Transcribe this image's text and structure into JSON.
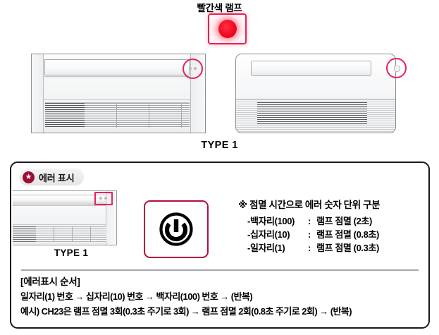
{
  "lamp": {
    "title": "빨간색 램프",
    "color_border": "#e8204e",
    "color_dot": "#f00a20"
  },
  "units_top": {
    "type_label": "TYPE 1",
    "highlight_color": "#e8205c"
  },
  "error_panel": {
    "badge": {
      "icon": "star-icon",
      "glyph": "★",
      "label": "에러 표시",
      "color": "#9e0b33"
    },
    "unit_small": {
      "type_label": "TYPE 1",
      "highlight_color": "#ef1f5e"
    },
    "power_button": {
      "icon": "power-icon",
      "border_color": "#b2103c"
    },
    "notes": {
      "heading": "※ 점멸 시간으로 에러 숫자 단위 구분",
      "rows": [
        {
          "dash": "-",
          "name": "백자리(100)",
          "sep": ":",
          "value": "램프 점멸 (2초)"
        },
        {
          "dash": "-",
          "name": "십자리(10)",
          "sep": ":",
          "value": "램프 점멸 (0.8초)"
        },
        {
          "dash": "-",
          "name": "일자리(1)",
          "sep": ":",
          "value": "램프 점멸 (0.3초)"
        }
      ]
    },
    "sequence": {
      "title": "[에러표시 순서]",
      "line1": "일자리(1) 번호 → 십자리(10) 번호 → 백자리(100) 번호 → (반복)",
      "line2": "예시) CH23은 램프 점멸 3회(0.3초 주기로 3회)  →  램프 점멸 2회(0.8초 주기로 2회) → (반복)"
    }
  }
}
